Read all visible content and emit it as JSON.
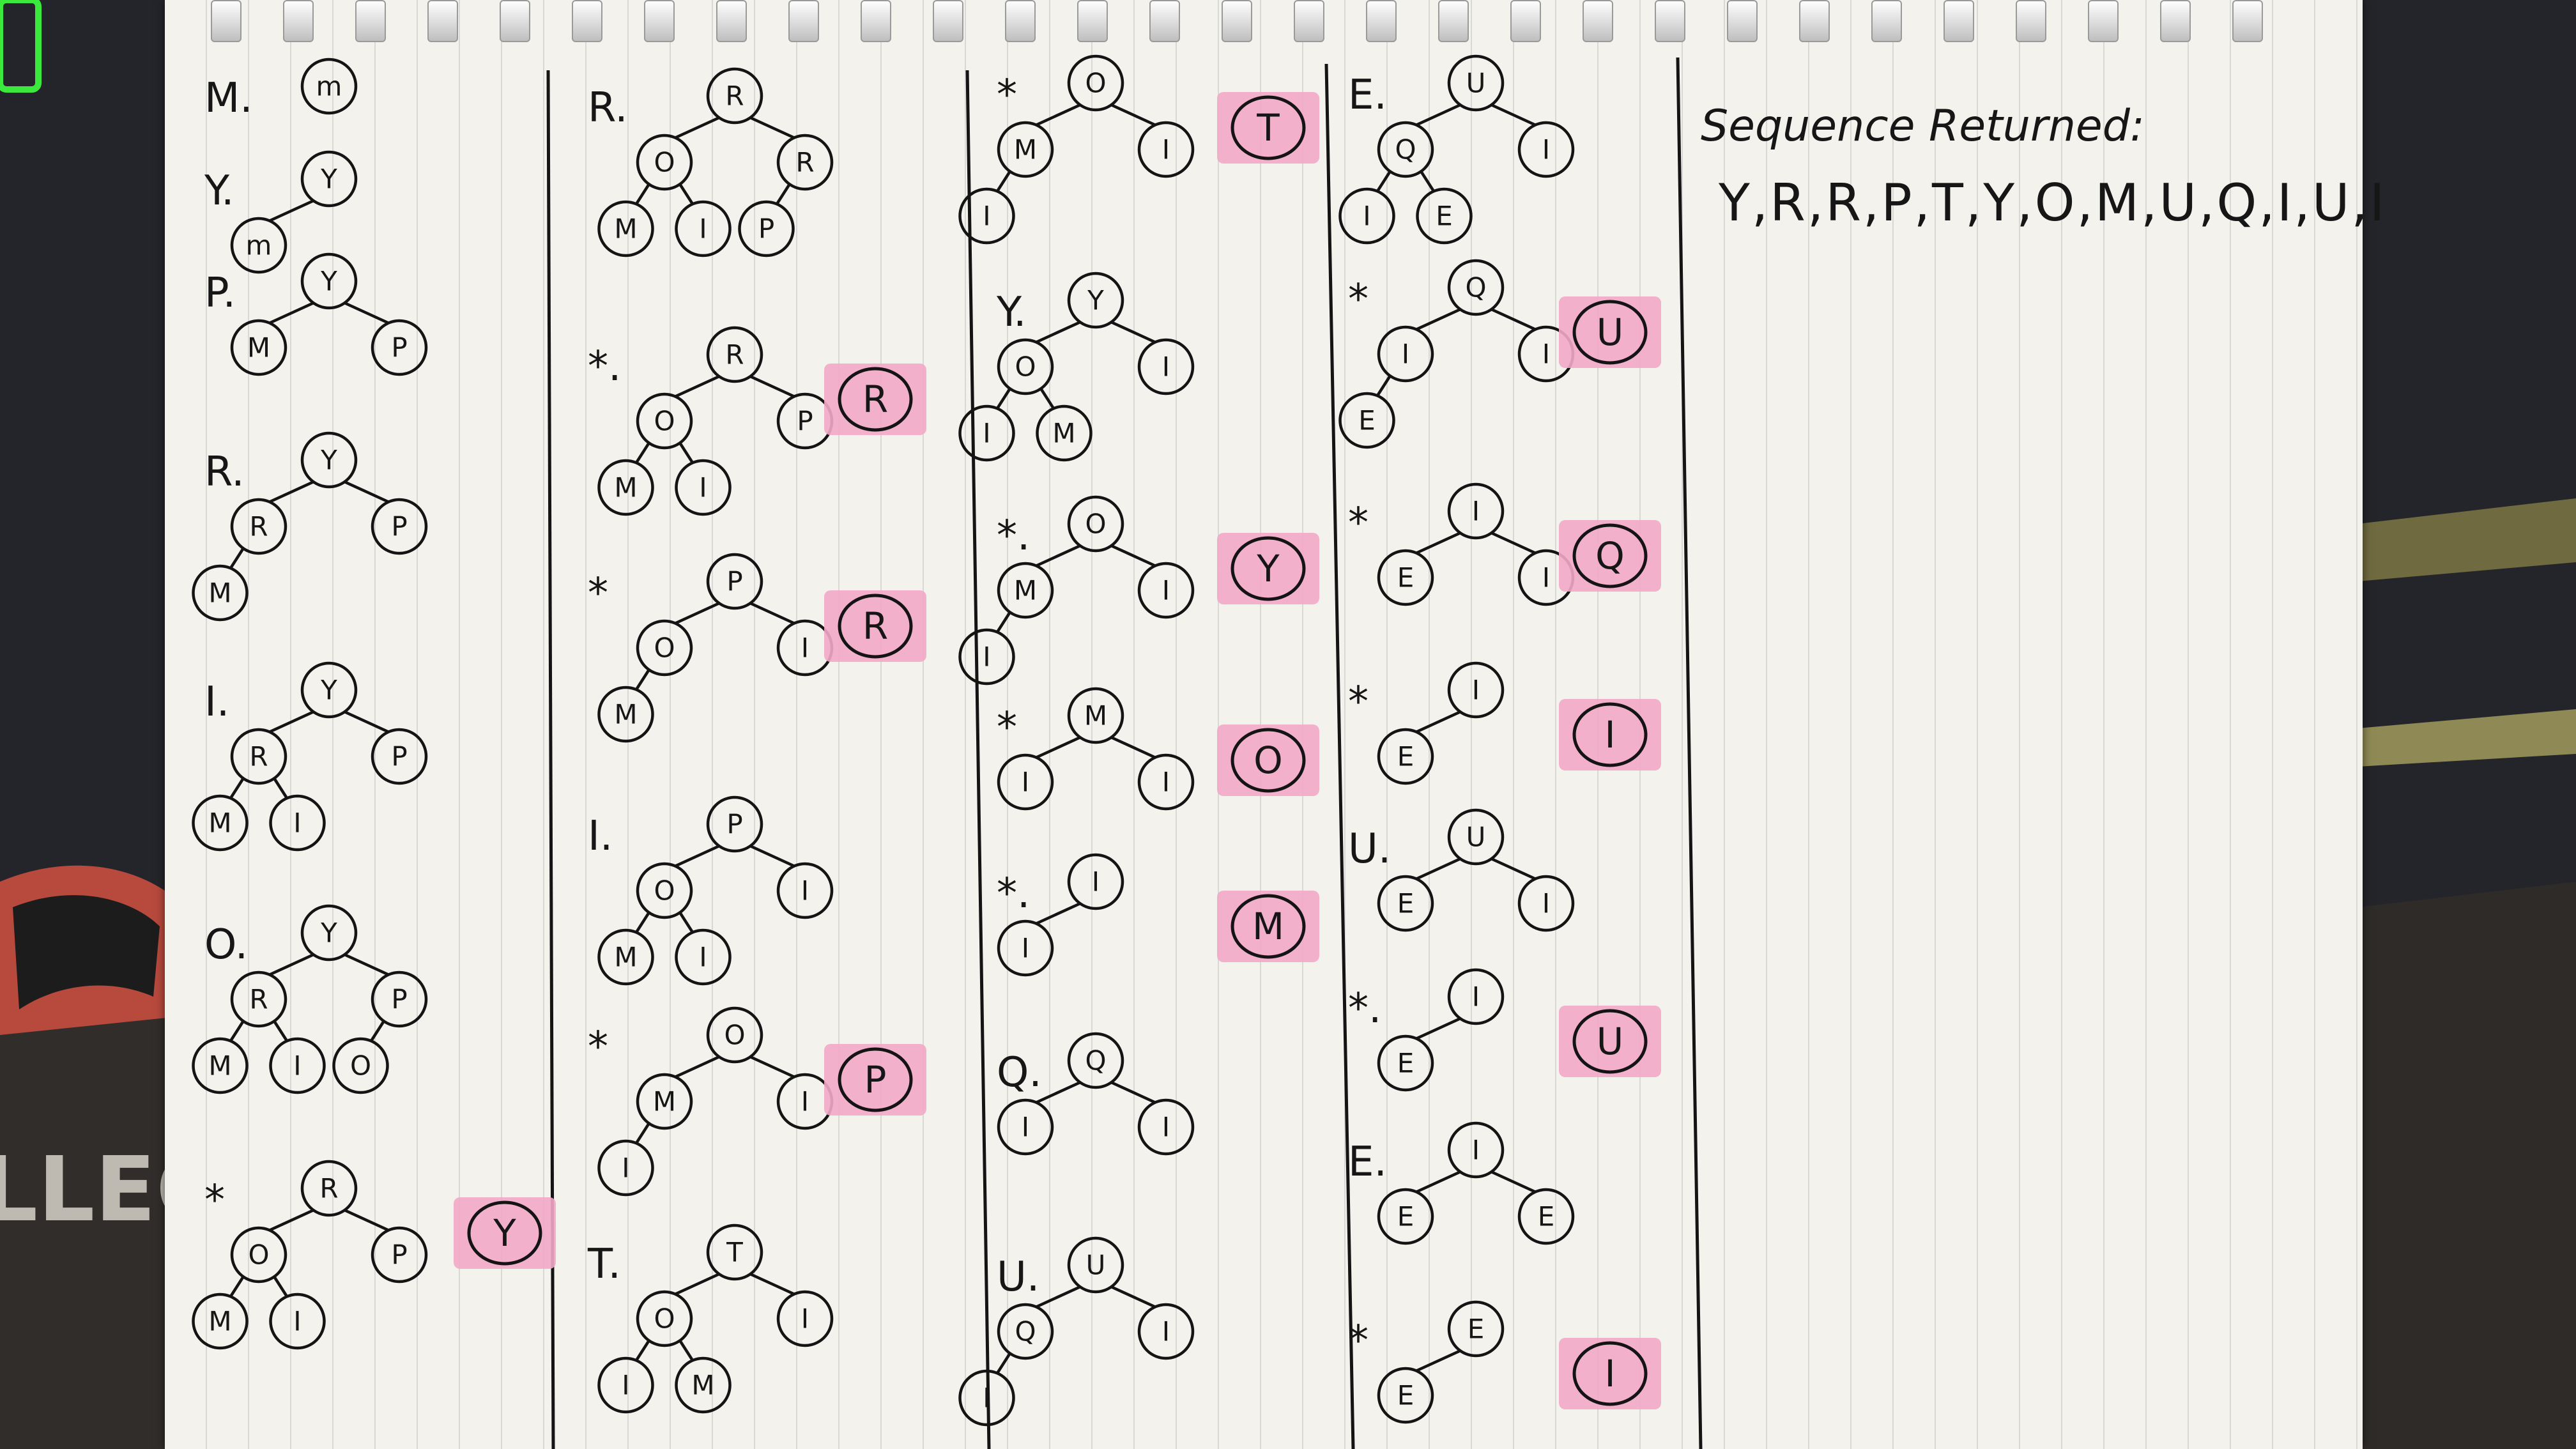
{
  "sequence_heading": "Sequence Returned:",
  "sequence_value": "Y,R,R,P,T,Y,O,M,U,Q,I,U,I",
  "background_text": "LLEG",
  "colors": {
    "paper": "#f3f2ec",
    "ink": "#141414",
    "highlighter": "#f3a8c8",
    "green_glow": "#3dff3d"
  },
  "columns": [
    {
      "steps": [
        {
          "label": "M.",
          "root": {
            "v": "m"
          },
          "removed": null
        },
        {
          "label": "Y.",
          "root": {
            "v": "Y",
            "l": {
              "v": "m"
            }
          },
          "removed": null
        },
        {
          "label": "P.",
          "root": {
            "v": "Y",
            "l": {
              "v": "M"
            },
            "r": {
              "v": "P"
            }
          },
          "removed": null
        },
        {
          "label": "R.",
          "root": {
            "v": "Y",
            "l": {
              "v": "R",
              "l": {
                "v": "M"
              }
            },
            "r": {
              "v": "P"
            }
          },
          "removed": null
        },
        {
          "label": "I.",
          "root": {
            "v": "Y",
            "l": {
              "v": "R",
              "l": {
                "v": "M"
              },
              "r": {
                "v": "I"
              }
            },
            "r": {
              "v": "P"
            }
          },
          "removed": null
        },
        {
          "label": "O.",
          "root": {
            "v": "Y",
            "l": {
              "v": "R",
              "l": {
                "v": "M"
              },
              "r": {
                "v": "I"
              }
            },
            "r": {
              "v": "P",
              "l": {
                "v": "O"
              }
            }
          },
          "removed": null
        },
        {
          "label": "*",
          "root": {
            "v": "R",
            "l": {
              "v": "O",
              "l": {
                "v": "M"
              },
              "r": {
                "v": "I"
              }
            },
            "r": {
              "v": "P"
            }
          },
          "removed": "Y"
        }
      ]
    },
    {
      "steps": [
        {
          "label": "R.",
          "root": {
            "v": "R",
            "l": {
              "v": "O",
              "l": {
                "v": "M"
              },
              "r": {
                "v": "I"
              }
            },
            "r": {
              "v": "R",
              "l": {
                "v": "P"
              }
            }
          },
          "removed": null
        },
        {
          "label": "*.",
          "root": {
            "v": "R",
            "l": {
              "v": "O",
              "l": {
                "v": "M"
              },
              "r": {
                "v": "I"
              }
            },
            "r": {
              "v": "P"
            }
          },
          "removed": "R"
        },
        {
          "label": "*",
          "root": {
            "v": "P",
            "l": {
              "v": "O",
              "l": {
                "v": "M"
              }
            },
            "r": {
              "v": "I"
            }
          },
          "removed": "R"
        },
        {
          "label": "I.",
          "root": {
            "v": "P",
            "l": {
              "v": "O",
              "l": {
                "v": "M"
              },
              "r": {
                "v": "I"
              }
            },
            "r": {
              "v": "I"
            }
          },
          "removed": null
        },
        {
          "label": "*",
          "root": {
            "v": "O",
            "l": {
              "v": "M",
              "l": {
                "v": "I"
              }
            },
            "r": {
              "v": "I"
            }
          },
          "removed": "P"
        },
        {
          "label": "T.",
          "root": {
            "v": "T",
            "l": {
              "v": "O",
              "l": {
                "v": "I"
              },
              "r": {
                "v": "M"
              }
            },
            "r": {
              "v": "I"
            }
          },
          "removed": null
        }
      ]
    },
    {
      "steps": [
        {
          "label": "*",
          "root": {
            "v": "O",
            "l": {
              "v": "M",
              "l": {
                "v": "I"
              }
            },
            "r": {
              "v": "I"
            }
          },
          "removed": "T"
        },
        {
          "label": "Y.",
          "root": {
            "v": "Y",
            "l": {
              "v": "O",
              "l": {
                "v": "I"
              },
              "r": {
                "v": "M"
              }
            },
            "r": {
              "v": "I"
            }
          },
          "removed": null
        },
        {
          "label": "*.",
          "root": {
            "v": "O",
            "l": {
              "v": "M",
              "l": {
                "v": "I"
              }
            },
            "r": {
              "v": "I"
            }
          },
          "removed": "Y"
        },
        {
          "label": "*",
          "root": {
            "v": "M",
            "l": {
              "v": "I"
            },
            "r": {
              "v": "I"
            }
          },
          "removed": "O"
        },
        {
          "label": "*.",
          "root": {
            "v": "I",
            "l": {
              "v": "I"
            }
          },
          "removed": "M"
        },
        {
          "label": "Q.",
          "root": {
            "v": "Q",
            "l": {
              "v": "I"
            },
            "r": {
              "v": "I"
            }
          },
          "removed": null
        },
        {
          "label": "U.",
          "root": {
            "v": "U",
            "l": {
              "v": "Q",
              "l": {
                "v": "I"
              }
            },
            "r": {
              "v": "I"
            }
          },
          "removed": null
        }
      ]
    },
    {
      "steps": [
        {
          "label": "E.",
          "root": {
            "v": "U",
            "l": {
              "v": "Q",
              "l": {
                "v": "I"
              },
              "r": {
                "v": "E"
              }
            },
            "r": {
              "v": "I"
            }
          },
          "removed": null
        },
        {
          "label": "*",
          "root": {
            "v": "Q",
            "l": {
              "v": "I",
              "l": {
                "v": "E"
              }
            },
            "r": {
              "v": "I"
            }
          },
          "removed": "U"
        },
        {
          "label": "*",
          "root": {
            "v": "I",
            "l": {
              "v": "E"
            },
            "r": {
              "v": "I"
            }
          },
          "removed": "Q"
        },
        {
          "label": "*",
          "root": {
            "v": "I",
            "l": {
              "v": "E"
            }
          },
          "removed": "I"
        },
        {
          "label": "U.",
          "root": {
            "v": "U",
            "l": {
              "v": "E"
            },
            "r": {
              "v": "I"
            }
          },
          "removed": null
        },
        {
          "label": "*.",
          "root": {
            "v": "I",
            "l": {
              "v": "E"
            }
          },
          "removed": "U"
        },
        {
          "label": "E.",
          "root": {
            "v": "I",
            "l": {
              "v": "E"
            },
            "r": {
              "v": "E"
            }
          },
          "removed": null
        },
        {
          "label": "*",
          "root": {
            "v": "E",
            "l": {
              "v": "E"
            }
          },
          "removed": "I"
        }
      ]
    }
  ]
}
